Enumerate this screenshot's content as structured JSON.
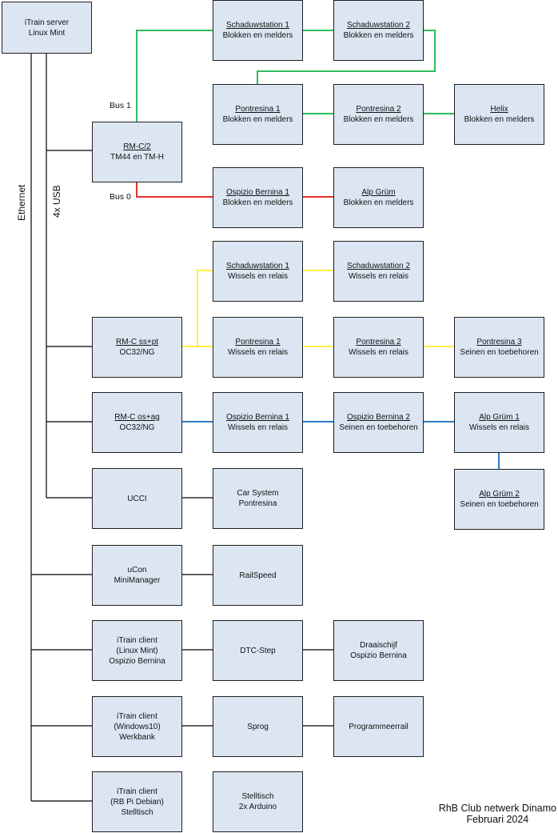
{
  "colors": {
    "box_fill": "#dce6f2",
    "green": "#2ebd5a",
    "red": "#e8302a",
    "yellow": "#ffee44",
    "blue": "#2e7bc4",
    "black": "#000000"
  },
  "labels": {
    "ethernet": "Ethernet",
    "usb": "4x USB",
    "bus1": "Bus 1",
    "bus0": "Bus 0"
  },
  "caption": {
    "line1": "RhB Club netwerk Dinamo",
    "line2": "Februari 2024"
  },
  "nodes": {
    "server": {
      "line1": "iTrain server",
      "line2": "Linux Mint"
    },
    "rmc2": {
      "line1": "RM-C/2",
      "line2": "TM44 en TM-H"
    },
    "sch1_b": {
      "line1": "Schaduwstation 1",
      "line2": "Blokken en melders"
    },
    "sch2_b": {
      "line1": "Schaduwstation 2",
      "line2": "Blokken en melders"
    },
    "pon1_b": {
      "line1": "Pontresina 1",
      "line2": "Blokken en melders"
    },
    "pon2_b": {
      "line1": "Pontresina 2",
      "line2": "Blokken en melders"
    },
    "helix_b": {
      "line1": "Helix",
      "line2": "Blokken en melders"
    },
    "osp1_b": {
      "line1": "Ospizio Bernina 1",
      "line2": "Blokken en melders"
    },
    "alp_b": {
      "line1": "Alp Grüm",
      "line2": "Blokken en melders"
    },
    "sch1_w": {
      "line1": "Schaduwstation 1",
      "line2": "Wissels en relais"
    },
    "sch2_w": {
      "line1": "Schaduwstation 2",
      "line2": "Wissels en relais"
    },
    "rmc_sspt": {
      "line1": "RM-C ss+pt",
      "line2": "OC32/NG"
    },
    "pon1_w": {
      "line1": "Pontresina 1",
      "line2": "Wissels en relais"
    },
    "pon2_w": {
      "line1": "Pontresina 2",
      "line2": "Wissels en relais"
    },
    "pon3_s": {
      "line1": "Pontresina 3",
      "line2": "Seinen en toebehoren"
    },
    "rmc_osag": {
      "line1": "RM-C os+ag",
      "line2": "OC32/NG"
    },
    "osp1_w": {
      "line1": "Ospizio Bernina 1",
      "line2": "Wissels en relais"
    },
    "osp2_s": {
      "line1": "Ospizio Bernina 2",
      "line2": "Seinen en toebehoren"
    },
    "alp1_w": {
      "line1": "Alp Grüm 1",
      "line2": "Wissels en relais"
    },
    "alp2_s": {
      "line1": "Alp Grüm 2",
      "line2": "Seinen en toebehoren"
    },
    "ucci": {
      "line1": "UCCI"
    },
    "carsys": {
      "line1": "Car System",
      "line2": "Pontresina"
    },
    "ucon": {
      "line1": "uCon",
      "line2": "MiniManager"
    },
    "railspeed": {
      "line1": "RailSpeed"
    },
    "client1": {
      "line1": "iTrain client",
      "line2": "(Linux Mint)",
      "line3": "Ospizio Bernina"
    },
    "dtc": {
      "line1": "DTC-Step"
    },
    "draai": {
      "line1": "Draaischijf",
      "line2": "Ospizio Bernina"
    },
    "client2": {
      "line1": "iTrain client",
      "line2": "(Windows10)",
      "line3": "Werkbank"
    },
    "sprog": {
      "line1": "Sprog"
    },
    "prog": {
      "line1": "Programmeerrail"
    },
    "client3": {
      "line1": "iTrain client",
      "line2": "(RB Pi Debian)",
      "line3": "Stelltisch"
    },
    "stell": {
      "line1": "Stelltisch",
      "line2": "2x Arduino"
    }
  }
}
